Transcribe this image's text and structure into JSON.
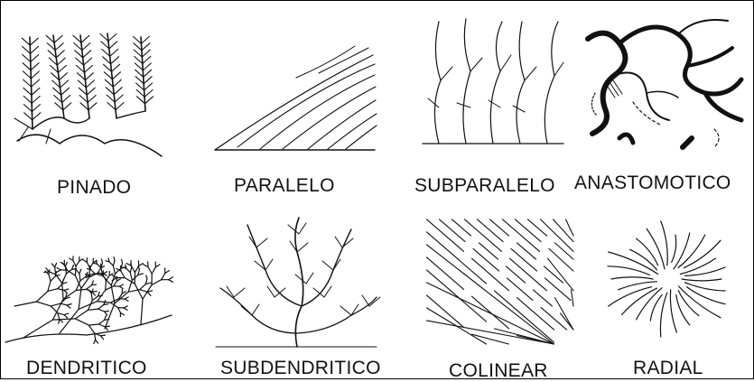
{
  "patterns": [
    {
      "id": "pinado",
      "label": "PINADO"
    },
    {
      "id": "paralelo",
      "label": "PARALELO"
    },
    {
      "id": "subparalelo",
      "label": "SUBPARALELO"
    },
    {
      "id": "anastomotico",
      "label": "ANASTOMOTICO"
    },
    {
      "id": "dendritico",
      "label": "DENDRITICO"
    },
    {
      "id": "subdendritico",
      "label": "SUBDENDRITICO"
    },
    {
      "id": "colinear",
      "label": "COLINEAR"
    },
    {
      "id": "radial",
      "label": "RADIAL"
    }
  ],
  "colors": {
    "ink": "#111111",
    "background": "#ffffff"
  }
}
